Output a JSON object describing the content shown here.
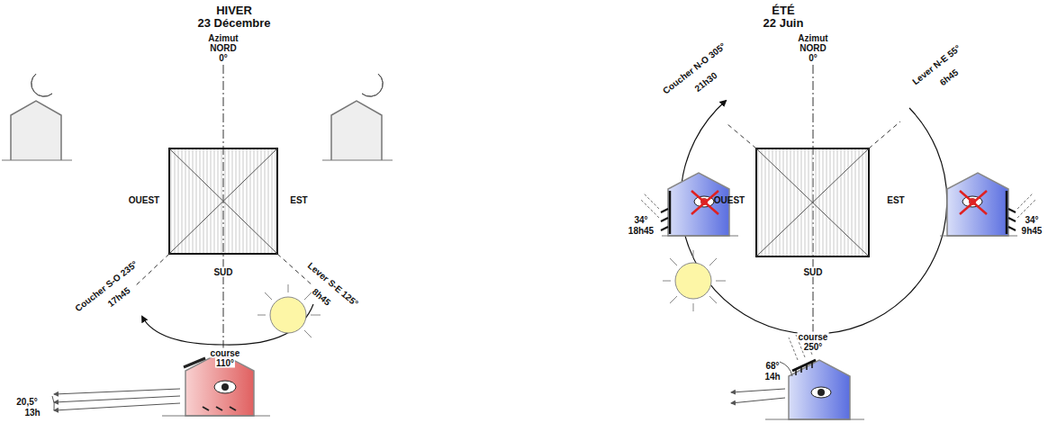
{
  "diagram": {
    "labels": [
      "HIVER",
      "23 Décembre",
      "Azimut",
      "NORD",
      "0°",
      "OUEST",
      "EST",
      "SUD",
      "Coucher S-O 235°",
      "17h45",
      "Lever S-E 125°",
      "8h45",
      "course",
      "110°",
      "20,5°",
      "13h",
      "ÉTÉ",
      "22 Juin",
      "Azimut",
      "NORD",
      "0°",
      "Coucher N-O 305°",
      "21h30",
      "Lever N-E 55°",
      "6h45",
      "OUEST",
      "EST",
      "SUD",
      "course",
      "250°",
      "34°",
      "18h45",
      "34°",
      "9h45",
      "68°",
      "14h"
    ]
  }
}
